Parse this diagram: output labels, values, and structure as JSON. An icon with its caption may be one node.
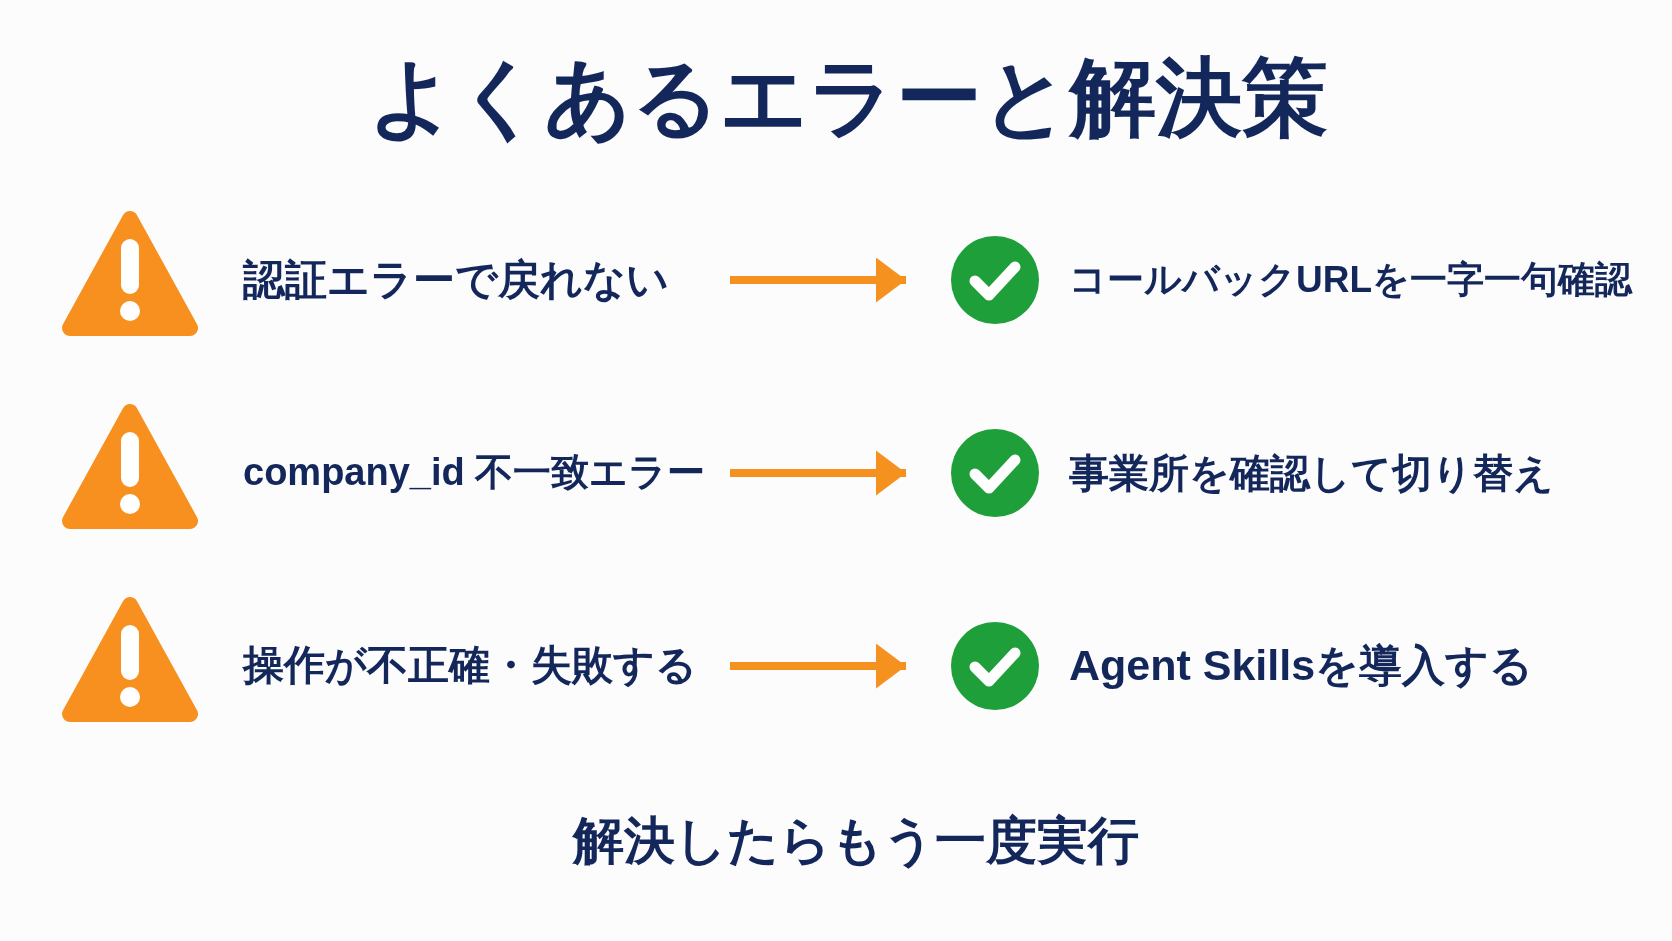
{
  "diagram": {
    "title": "よくあるエラーと解決策",
    "nodes": [
      {
        "text": [
          "認証エラーで戻れない"
        ]
      },
      {
        "text": [
          "コールバックURLを一字一句確認"
        ]
      },
      {
        "text": [
          "company_id 不一致エラー"
        ]
      },
      {
        "text": [
          "事業所を確認して切り替え"
        ]
      },
      {
        "text": [
          "操作が不正確・失敗する"
        ]
      },
      {
        "text": [
          "Agent Skillsを導入する"
        ]
      }
    ],
    "edges": [
      {
        "from": 0,
        "to": 1,
        "arrow": "to"
      },
      {
        "from": 2,
        "to": 3,
        "arrow": "to"
      },
      {
        "from": 4,
        "to": 5,
        "arrow": "to"
      }
    ],
    "caption": "解決したらもう一度実行"
  }
}
